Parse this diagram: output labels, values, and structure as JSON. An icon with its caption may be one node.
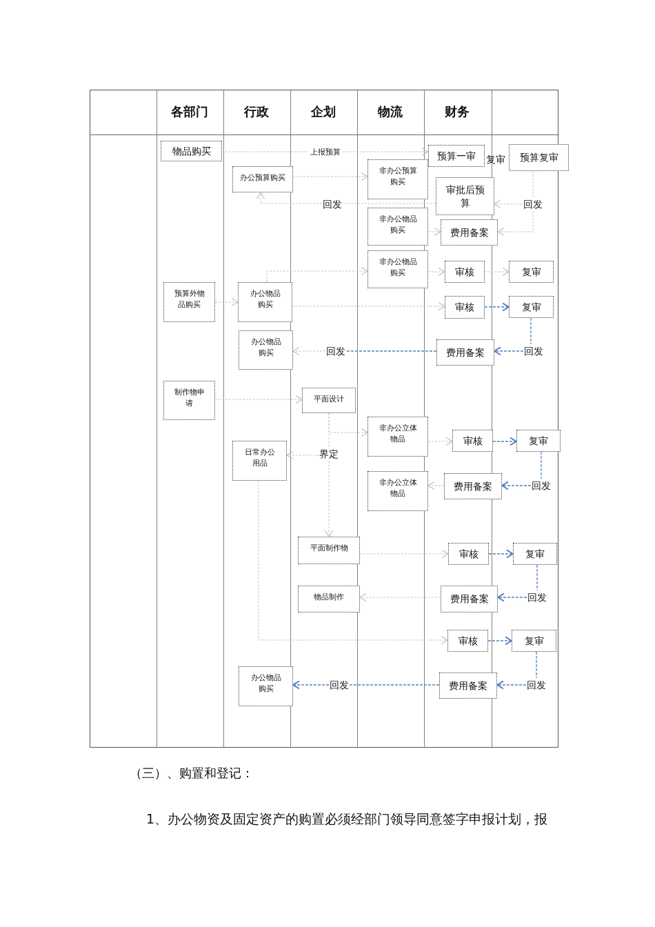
{
  "diagram": {
    "nodes": [
      {
        "text": [
          "物品购买"
        ]
      },
      {
        "text": [
          "预算一审"
        ]
      },
      {
        "text": [
          "预算复审"
        ]
      },
      {
        "text": [
          "办公预算购买"
        ]
      },
      {
        "text": [
          "非办公预算购买"
        ]
      },
      {
        "text": [
          "审批后预算"
        ]
      },
      {
        "text": [
          "回发"
        ]
      },
      {
        "text": [
          "回发"
        ]
      },
      {
        "text": [
          "非办公物品购买"
        ]
      },
      {
        "text": [
          "费用备案"
        ]
      },
      {
        "text": [
          "非办公物品购买"
        ]
      },
      {
        "text": [
          "审核"
        ]
      },
      {
        "text": [
          "复审"
        ]
      },
      {
        "text": [
          "预算外物品购买"
        ]
      },
      {
        "text": [
          "办公物品购买"
        ]
      },
      {
        "text": [
          "审核"
        ]
      },
      {
        "text": [
          "复审"
        ]
      },
      {
        "text": [
          "办公物品购买"
        ]
      },
      {
        "text": [
          "回发"
        ]
      },
      {
        "text": [
          "费用备案"
        ]
      },
      {
        "text": [
          "回发"
        ]
      },
      {
        "text": [
          "制作物申请"
        ]
      },
      {
        "text": [
          "平面设计"
        ]
      },
      {
        "text": [
          "非办公立体物品"
        ]
      },
      {
        "text": [
          "审核"
        ]
      },
      {
        "text": [
          "复审"
        ]
      },
      {
        "text": [
          "日常办公用品"
        ]
      },
      {
        "text": [
          "界定"
        ]
      },
      {
        "text": [
          "非办公立体物品"
        ]
      },
      {
        "text": [
          "费用备案"
        ]
      },
      {
        "text": [
          "回发"
        ]
      },
      {
        "text": [
          "平面制作物"
        ]
      },
      {
        "text": [
          "审核"
        ]
      },
      {
        "text": [
          "复审"
        ]
      },
      {
        "text": [
          "物品制作"
        ]
      },
      {
        "text": [
          "费用备案"
        ]
      },
      {
        "text": [
          "回发"
        ]
      },
      {
        "text": [
          "审核"
        ]
      },
      {
        "text": [
          "复审"
        ]
      },
      {
        "text": [
          "办公物品购买"
        ]
      },
      {
        "text": [
          "回发"
        ]
      },
      {
        "text": [
          "费用备案"
        ]
      },
      {
        "text": [
          "回发"
        ]
      }
    ],
    "edges": [
      {
        "from": 0,
        "to": 1,
        "arrow": "to",
        "label": "上报预算"
      },
      {
        "from": 3,
        "to": 4,
        "arrow": "to"
      },
      {
        "from": 2,
        "to": 7,
        "arrow": "none"
      },
      {
        "from": 7,
        "to": 5,
        "arrow": "to"
      },
      {
        "from": 5,
        "to": 6,
        "arrow": "none"
      },
      {
        "from": 6,
        "to": 3,
        "arrow": "to"
      },
      {
        "from": 7,
        "to": 9,
        "arrow": "to"
      },
      {
        "from": 8,
        "to": 9,
        "arrow": "to"
      },
      {
        "from": 14,
        "to": 10,
        "arrow": "to"
      },
      {
        "from": 10,
        "to": 11,
        "arrow": "to"
      },
      {
        "from": 11,
        "to": 12,
        "arrow": "to"
      },
      {
        "from": 13,
        "to": 14,
        "arrow": "to"
      },
      {
        "from": 14,
        "to": 15,
        "arrow": "to"
      },
      {
        "from": 15,
        "to": 16,
        "arrow": "to",
        "color": "#4f81bd"
      },
      {
        "from": 16,
        "to": 20,
        "arrow": "none",
        "color": "#4f81bd"
      },
      {
        "from": 20,
        "to": 19,
        "arrow": "to",
        "color": "#4f81bd"
      },
      {
        "from": 19,
        "to": 18,
        "arrow": "none",
        "color": "#4f81bd"
      },
      {
        "from": 18,
        "to": 17,
        "arrow": "to"
      },
      {
        "from": 21,
        "to": 22,
        "arrow": "to"
      },
      {
        "from": 22,
        "to": 23,
        "arrow": "to"
      },
      {
        "from": 22,
        "to": 27,
        "arrow": "none"
      },
      {
        "from": 27,
        "to": 26,
        "arrow": "to"
      },
      {
        "from": 27,
        "to": 31,
        "arrow": "to"
      },
      {
        "from": 23,
        "to": 24,
        "arrow": "to"
      },
      {
        "from": 24,
        "to": 25,
        "arrow": "to",
        "color": "#4f81bd"
      },
      {
        "from": 25,
        "to": 30,
        "arrow": "none",
        "color": "#4f81bd"
      },
      {
        "from": 30,
        "to": 29,
        "arrow": "to",
        "color": "#4f81bd"
      },
      {
        "from": 29,
        "to": 28,
        "arrow": "to"
      },
      {
        "from": 31,
        "to": 32,
        "arrow": "to"
      },
      {
        "from": 32,
        "to": 33,
        "arrow": "to",
        "color": "#4f81bd"
      },
      {
        "from": 33,
        "to": 36,
        "arrow": "none",
        "color": "#4f81bd"
      },
      {
        "from": 36,
        "to": 35,
        "arrow": "to",
        "color": "#4f81bd"
      },
      {
        "from": 35,
        "to": 34,
        "arrow": "to"
      },
      {
        "from": 26,
        "to": 37,
        "arrow": "to"
      },
      {
        "from": 37,
        "to": 38,
        "arrow": "to",
        "color": "#4f81bd"
      },
      {
        "from": 38,
        "to": 42,
        "arrow": "none",
        "color": "#4f81bd"
      },
      {
        "from": 42,
        "to": 41,
        "arrow": "to",
        "color": "#4f81bd"
      },
      {
        "from": 41,
        "to": 40,
        "arrow": "none",
        "color": "#4f81bd"
      },
      {
        "from": 40,
        "to": 39,
        "arrow": "to",
        "color": "#4f81bd"
      }
    ],
    "labels": [
      "各部门",
      "行政",
      "企划",
      "物流",
      "财务",
      "复审",
      "（三）、购置和登记：",
      "1、办公物资及固定资产的购置必须经部门领导同意签字申报计划，报"
    ]
  }
}
